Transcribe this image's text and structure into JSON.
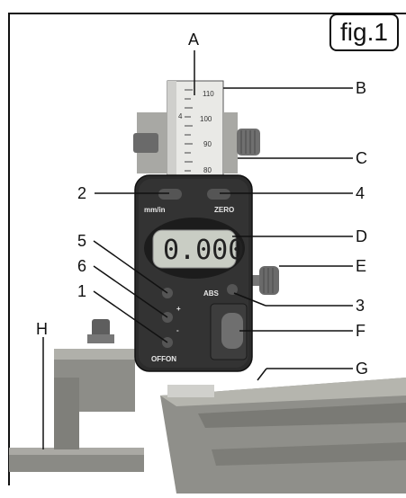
{
  "figure": {
    "label": "fig.1"
  },
  "callouts": {
    "A": "A",
    "B": "B",
    "C": "C",
    "D": "D",
    "E": "E",
    "F": "F",
    "G": "G",
    "H": "H",
    "n1": "1",
    "n2": "2",
    "n3": "3",
    "n4": "4",
    "n5": "5",
    "n6": "6"
  },
  "device": {
    "display_value": "0.000",
    "button_mm_in": "mm/in",
    "button_zero": "ZERO",
    "button_abs": "ABS",
    "button_plus": "+",
    "button_minus": "-",
    "button_offon": "OFFON"
  },
  "scale": {
    "ticks": [
      "110",
      "100",
      "90",
      "80"
    ],
    "side_mark": "4"
  },
  "colors": {
    "outline": "#111111",
    "device_body": "#2b2b2b",
    "lcd": "#c9cdc4",
    "metal": "#b9b9b9",
    "base": "#9a9a95"
  }
}
